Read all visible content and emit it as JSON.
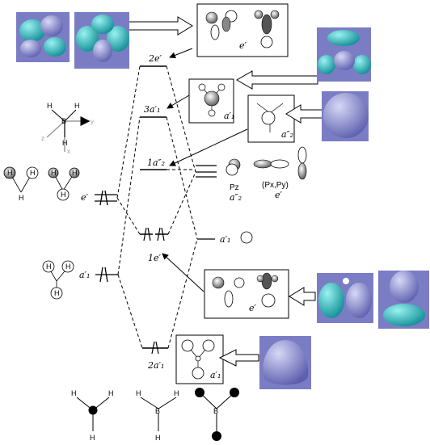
{
  "colors": {
    "panel_bg": "#7b7dc4",
    "lobe_teal": "#2ec4c8",
    "lobe_lavender": "#9a9cd6",
    "axis_gray": "#9a9a9a"
  },
  "mo_levels": {
    "e2": "2e′",
    "a3": "3a′₁",
    "a1pp": "1a″₂",
    "e1": "1e′",
    "a2": "2a′₁"
  },
  "h3_fragment": {
    "e_label": "e′",
    "a_label": "a′₁",
    "atom_h": "H"
  },
  "b_fragment": {
    "pz_label": "Pz",
    "pz_sym": "a″₂",
    "pxy_label": "(Px,Py)",
    "pxy_sym": "e′",
    "s_sym": "a′₁"
  },
  "box_labels": {
    "e_top": "e′",
    "a1_upper": "a′₁",
    "a2pp": "a″₂",
    "e_lower": "e′",
    "a1_lower": "a′₁"
  },
  "axes": {
    "x": "x",
    "y": "y",
    "z": "z",
    "atom_h": "H",
    "atom_b": "B"
  },
  "bottom_molecules": {
    "atom_h": "H",
    "atom_b": "B"
  },
  "icons": [
    "orbital-isosurface-icon",
    "arrow-icon",
    "atomic-orbital-sketch-icon"
  ]
}
